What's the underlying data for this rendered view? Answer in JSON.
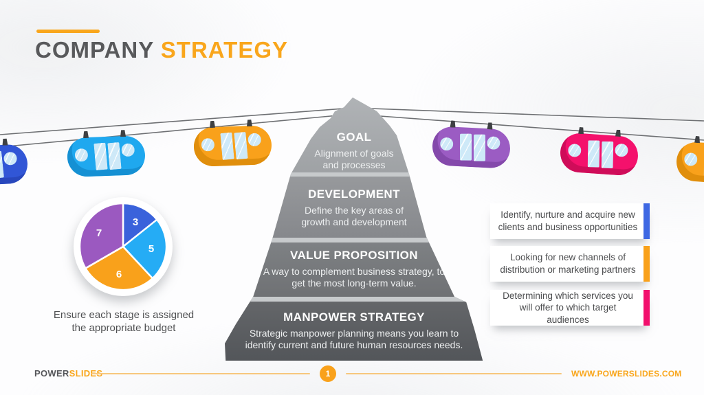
{
  "header": {
    "title_primary": "COMPANY ",
    "title_accent": "STRATEGY"
  },
  "mountain": {
    "levels": [
      {
        "title": "GOAL",
        "desc": "Alignment of goals\nand processes"
      },
      {
        "title": "DEVELOPMENT",
        "desc": "Define the key areas of\ngrowth and development"
      },
      {
        "title": "VALUE PROPOSITION",
        "desc": "A way to complement business strategy, to\nget the most long-term value."
      },
      {
        "title": "MANPOWER STRATEGY",
        "desc": "Strategic manpower planning means you learn to\nidentify current and future human resources needs."
      }
    ]
  },
  "chart_data": {
    "type": "pie",
    "values": [
      3,
      5,
      6,
      7
    ],
    "labels": [
      "3",
      "5",
      "6",
      "7"
    ],
    "colors": [
      "#3A62DB",
      "#25ACF5",
      "#F9A11B",
      "#9B59C0"
    ],
    "start_angle": "top, clockwise",
    "title": "",
    "caption": "Ensure each stage is assigned\nthe appropriate budget"
  },
  "cards": [
    {
      "text": "Identify, nurture and acquire new clients and business opportunities",
      "accent": "#3E68E3"
    },
    {
      "text": "Looking for new channels of distribution or marketing partners",
      "accent": "#F9A11B"
    },
    {
      "text": "Determining which services you will offer to which target audiences",
      "accent": "#F2106D"
    }
  ],
  "gondolas": [
    {
      "name": "royal-blue",
      "color": "#3156D6",
      "shade": "#2847BC"
    },
    {
      "name": "light-blue",
      "color": "#1FA8EF",
      "shade": "#1590D3"
    },
    {
      "name": "orange-left",
      "color": "#F9A11B",
      "shade": "#E08E0C"
    },
    {
      "name": "purple",
      "color": "#9B5CC3",
      "shade": "#8449AB"
    },
    {
      "name": "pink",
      "color": "#F4116C",
      "shade": "#CF0C59"
    },
    {
      "name": "orange-right",
      "color": "#F9A11B",
      "shade": "#E08E0C"
    }
  ],
  "footer": {
    "brand_primary": "POWER",
    "brand_accent": "SLIDES",
    "page_number": "1",
    "website": "WWW.POWERSLIDES.COM"
  }
}
